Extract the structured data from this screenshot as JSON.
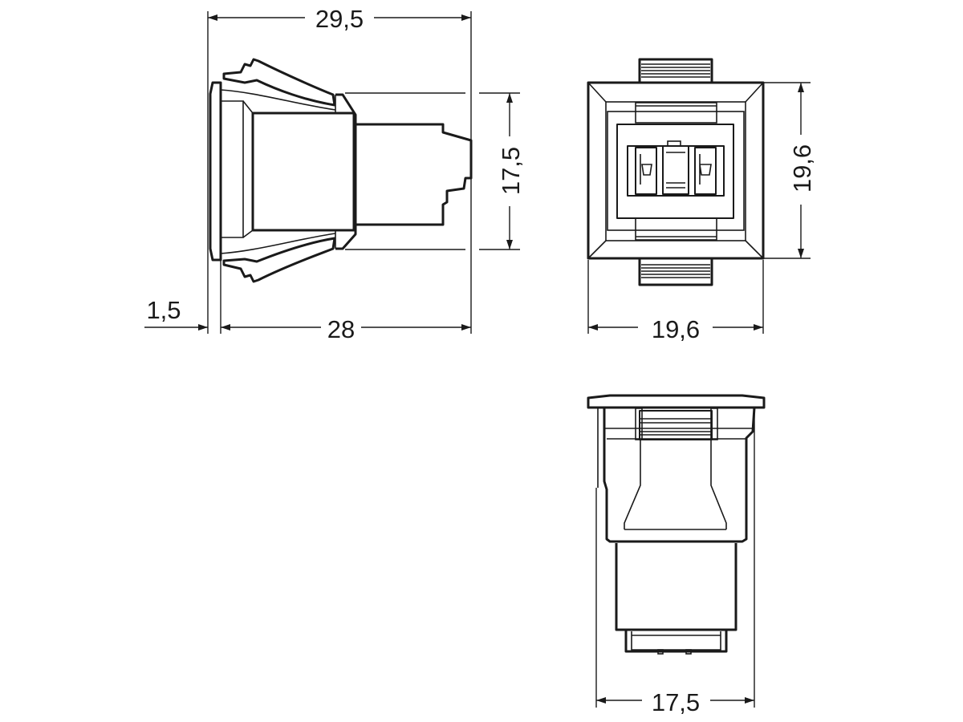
{
  "dimensions": {
    "side_total_length": "29,5",
    "side_flange": "1,5",
    "side_body_length": "28",
    "side_height": "17,5",
    "front_height": "19,6",
    "front_width": "19,6",
    "bottom_width": "17,5"
  },
  "colors": {
    "line": "#1a1a1a",
    "background": "#ffffff"
  }
}
